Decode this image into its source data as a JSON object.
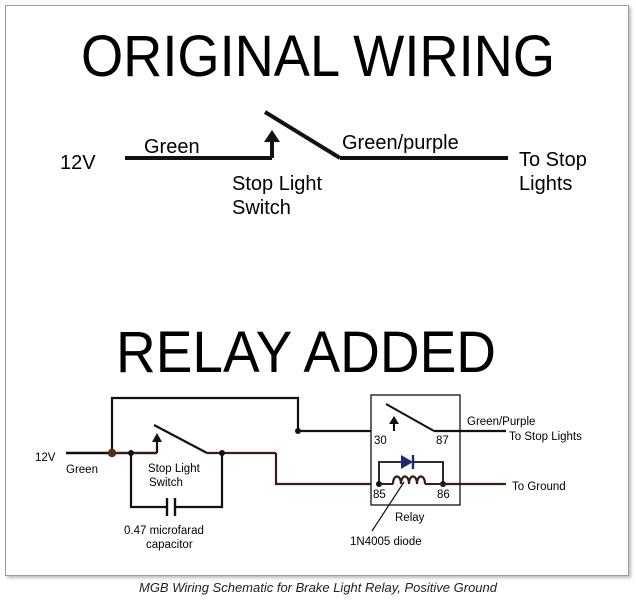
{
  "top": {
    "title": "ORIGINAL WIRING",
    "v12": "12V",
    "green": "Green",
    "green_purple": "Green/purple",
    "switch_line1": "Stop Light",
    "switch_line2": "Switch",
    "to_line1": "To Stop",
    "to_line2": "Lights"
  },
  "bottom": {
    "title": "RELAY ADDED",
    "v12": "12V",
    "green": "Green",
    "switch_line1": "Stop Light",
    "switch_line2": "Switch",
    "cap_line1": "0.47 microfarad",
    "cap_line2": "capacitor",
    "t30": "30",
    "t87": "87",
    "t85": "85",
    "t86": "86",
    "relay": "Relay",
    "diode": "1N4005 diode",
    "gp_label": "Green/Purple",
    "to_stop": "To Stop Lights",
    "to_ground": "To Ground"
  },
  "caption": "MGB Wiring Schematic for Brake Light Relay, Positive Ground",
  "colors": {
    "wire_top": "#111111",
    "wire_relay": "#3b1d12",
    "diode": "#1c2a6b"
  }
}
